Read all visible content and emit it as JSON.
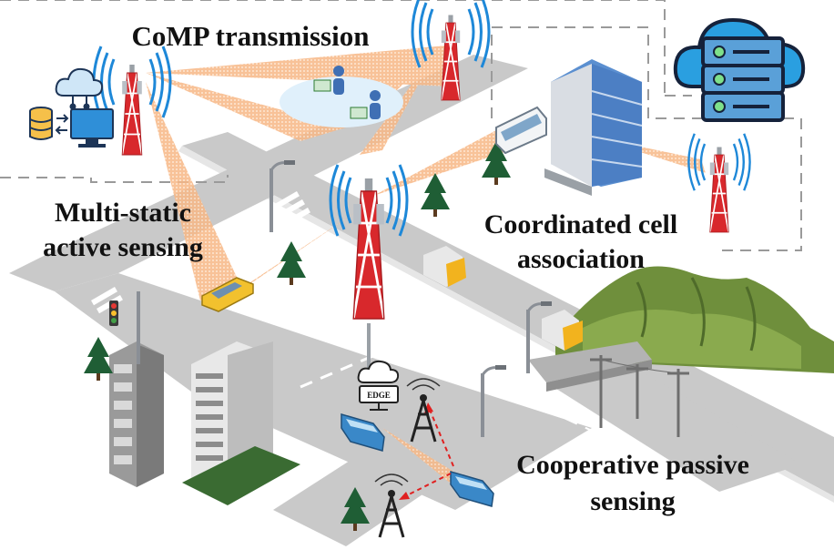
{
  "labels": {
    "comp": "CoMP transmission",
    "multistatic_line1": "Multi-static",
    "multistatic_line2": "active sensing",
    "coordinated_line1": "Coordinated cell",
    "coordinated_line2": "association",
    "cooperative_line1": "Cooperative passive",
    "cooperative_line2": "sensing",
    "edge": "EDGE"
  },
  "colors": {
    "beam": "#f4a46c",
    "tower": "#d8282c",
    "signal": "#1e88d8",
    "road": "#c9c9c9",
    "dash": "#9a9a9a",
    "tree": "#1f5e35",
    "mountain": "#6f8f3c"
  },
  "icons": [
    "cloud-server-icon",
    "database-icon",
    "computer-icon",
    "cloud-network-icon",
    "edge-server-icon",
    "user-icon"
  ]
}
